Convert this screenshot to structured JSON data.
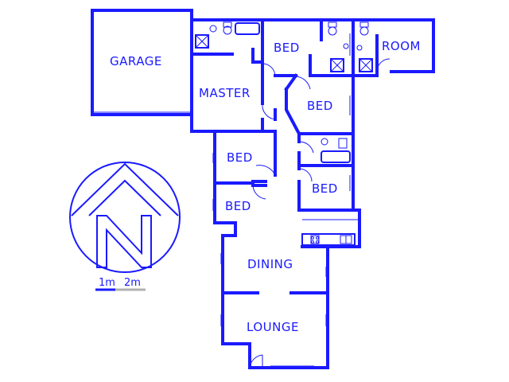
{
  "rooms": {
    "garage": "GARAGE",
    "master": "MASTER",
    "bed_top": "BED",
    "room": "ROOM",
    "bed_mid_right": "BED",
    "bed_left_upper": "BED",
    "bed_left_lower": "BED",
    "bed_right_lower": "BED",
    "dining": "DINING",
    "lounge": "LOUNGE"
  },
  "compass": {
    "label": "N"
  },
  "scale": {
    "first": "1m",
    "second": "2m"
  },
  "colors": {
    "line": "#1a1aff",
    "scale_gray": "#b0b0b0"
  }
}
